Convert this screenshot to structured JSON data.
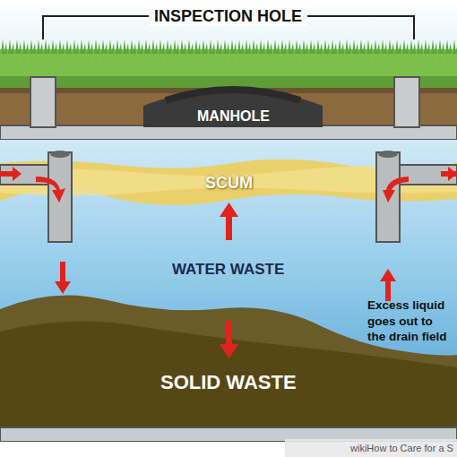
{
  "diagram": {
    "nodes": [
      {
        "text": [
          "MANHOLE"
        ]
      },
      {
        "text": [
          "SCUM"
        ]
      }
    ],
    "labels": [
      "INSPECTION HOLE",
      "WATER WASTE",
      "Excess liquid goes out to the drain field",
      "SOLID WASTE",
      "wikiHow to Care for a S"
    ]
  }
}
